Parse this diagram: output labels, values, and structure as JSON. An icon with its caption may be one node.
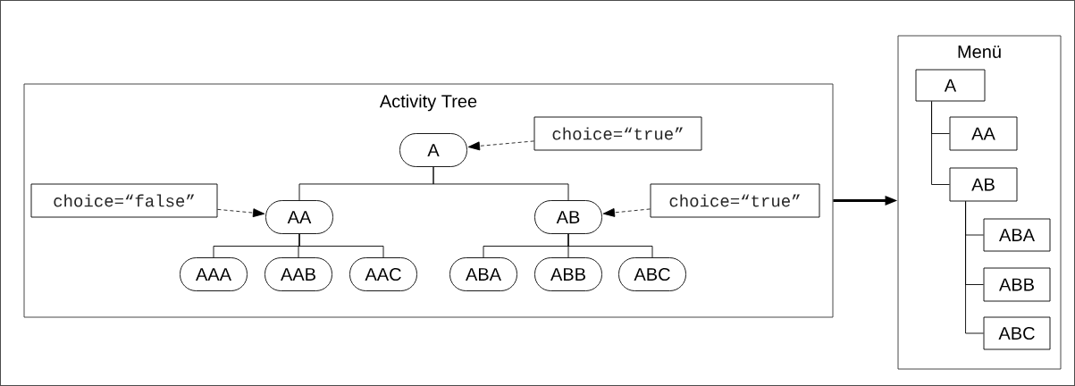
{
  "diagram": {
    "nodes": [
      {
        "text": [
          "Activity Tree"
        ]
      },
      {
        "text": [
          "A"
        ],
        "in": 0
      },
      {
        "text": [
          "choice=“true”"
        ],
        "in": 0
      },
      {
        "text": [
          "choice=“false”"
        ],
        "in": 0
      },
      {
        "text": [
          "AA"
        ],
        "in": 0
      },
      {
        "text": [
          "AB"
        ],
        "in": 0
      },
      {
        "text": [
          "choice=“true”"
        ],
        "in": 0
      },
      {
        "text": [
          "AAA"
        ],
        "in": 0
      },
      {
        "text": [
          "AAB"
        ],
        "in": 0
      },
      {
        "text": [
          "AAC"
        ],
        "in": 0
      },
      {
        "text": [
          "ABA"
        ],
        "in": 0
      },
      {
        "text": [
          "ABB"
        ],
        "in": 0
      },
      {
        "text": [
          "ABC"
        ],
        "in": 0
      },
      {
        "text": [
          "Menü"
        ]
      },
      {
        "text": [
          "A"
        ],
        "in": 13
      },
      {
        "text": [
          "AA"
        ],
        "in": 13
      },
      {
        "text": [
          "AB"
        ],
        "in": 13
      },
      {
        "text": [
          "ABA"
        ],
        "in": 13
      },
      {
        "text": [
          "ABB"
        ],
        "in": 13
      },
      {
        "text": [
          "ABC"
        ],
        "in": 13
      }
    ],
    "edges": [
      {
        "from": 2,
        "to": 1,
        "arrow": "to",
        "style": "dashed"
      },
      {
        "from": 3,
        "to": 4,
        "arrow": "to",
        "style": "dashed"
      },
      {
        "from": 6,
        "to": 5,
        "arrow": "to",
        "style": "dashed"
      },
      {
        "from": 1,
        "to": 4,
        "arrow": "none"
      },
      {
        "from": 1,
        "to": 5,
        "arrow": "none"
      },
      {
        "from": 4,
        "to": 7,
        "arrow": "none"
      },
      {
        "from": 4,
        "to": 8,
        "arrow": "none"
      },
      {
        "from": 4,
        "to": 9,
        "arrow": "none"
      },
      {
        "from": 5,
        "to": 10,
        "arrow": "none"
      },
      {
        "from": 5,
        "to": 11,
        "arrow": "none"
      },
      {
        "from": 5,
        "to": 12,
        "arrow": "none"
      },
      {
        "from": 0,
        "to": 13,
        "arrow": "to",
        "style": "thick"
      },
      {
        "from": 14,
        "to": 15,
        "arrow": "none"
      },
      {
        "from": 14,
        "to": 16,
        "arrow": "none"
      },
      {
        "from": 16,
        "to": 17,
        "arrow": "none"
      },
      {
        "from": 16,
        "to": 18,
        "arrow": "none"
      },
      {
        "from": 16,
        "to": 19,
        "arrow": "none"
      }
    ]
  }
}
